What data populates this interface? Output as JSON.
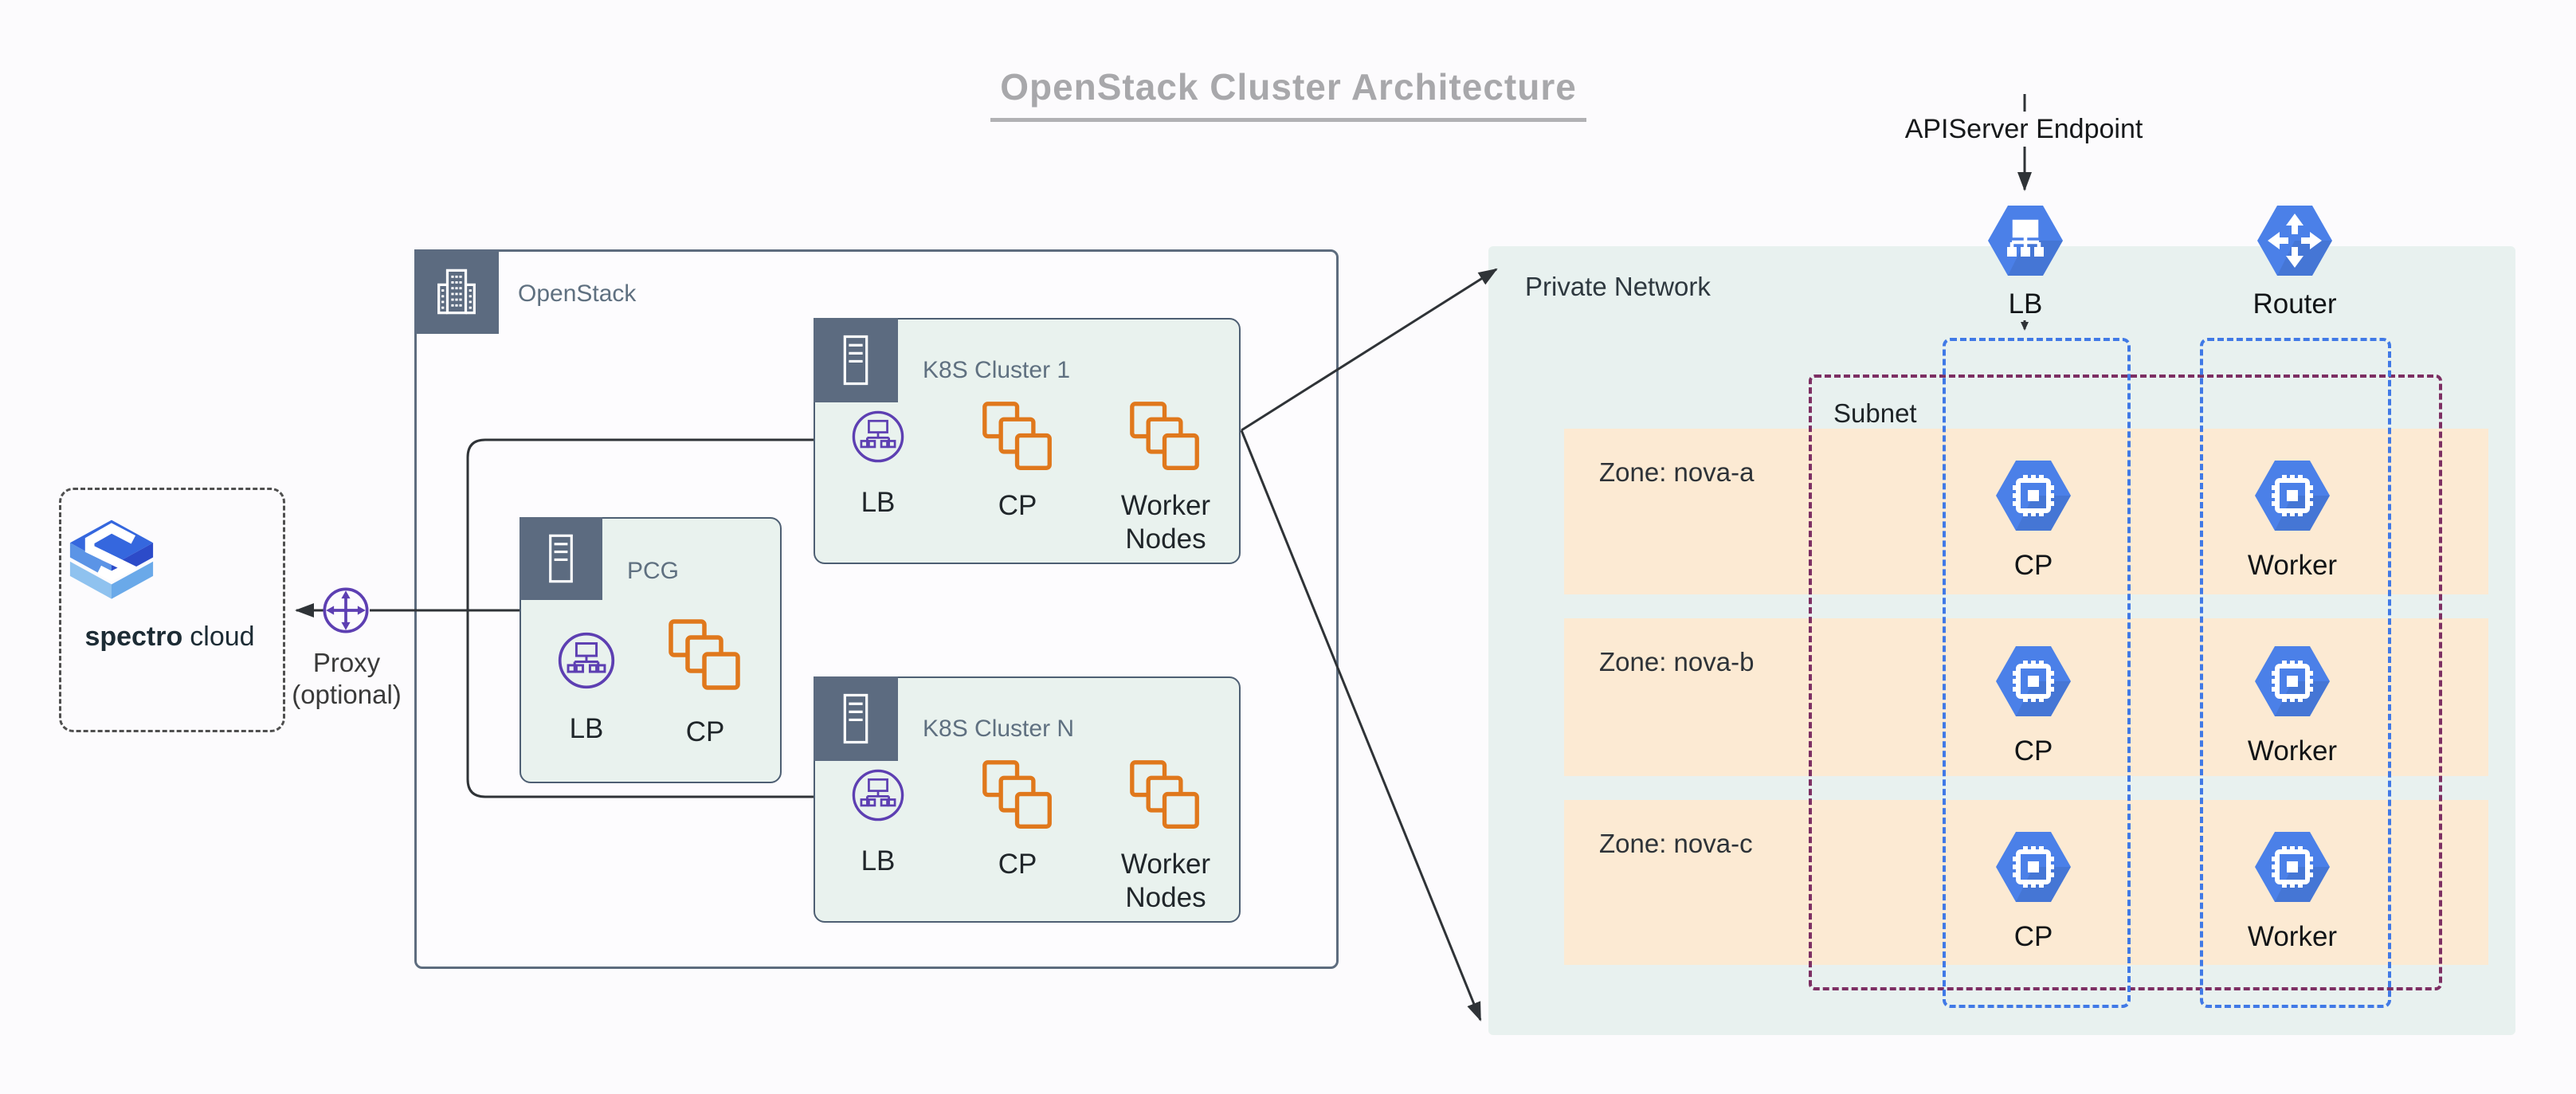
{
  "diagram_title": "OpenStack Cluster Architecture",
  "spectro_cloud": {
    "brand_part1": "spectro",
    "brand_part2": "cloud"
  },
  "proxy": {
    "line1": "Proxy",
    "line2": "(optional)"
  },
  "openstack_box": {
    "label": "OpenStack"
  },
  "pcg": {
    "title": "PCG",
    "lb": "LB",
    "cp": "CP"
  },
  "cluster_1": {
    "title": "K8S Cluster 1",
    "lb": "LB",
    "cp": "CP",
    "worker_line1": "Worker",
    "worker_line2": "Nodes"
  },
  "cluster_n": {
    "title": "K8S Cluster N",
    "lb": "LB",
    "cp": "CP",
    "worker_line1": "Worker",
    "worker_line2": "Nodes"
  },
  "api_endpoint": {
    "label": "APIServer Endpoint"
  },
  "network_lb": {
    "label": "LB"
  },
  "router": {
    "label": "Router"
  },
  "private_network": {
    "label": "Private Network",
    "subnet": {
      "label": "Subnet"
    },
    "zones": [
      {
        "label": "Zone: nova-a",
        "cp_label": "CP",
        "worker_label": "Worker"
      },
      {
        "label": "Zone: nova-b",
        "cp_label": "CP",
        "worker_label": "Worker"
      },
      {
        "label": "Zone: nova-c",
        "cp_label": "CP",
        "worker_label": "Worker"
      }
    ]
  },
  "icons": {
    "spectro-logo-icon": "layered-blue-s-cube",
    "proxy-icon": "circle-with-four-direction-arrows",
    "building-icon": "office-building-outline",
    "server-icon": "rack-server-outline",
    "lb-icon": "network-tree-in-circle",
    "stacked-squares-icon": "three-overlapping-squares",
    "lb-hexagon-icon": "hexagon-network-tree",
    "router-hexagon-icon": "hexagon-four-arrows",
    "compute-hexagon-icon": "hexagon-cpu-chip"
  },
  "colors": {
    "background": "#fcfbfd",
    "title_gray": "#a8a8ab",
    "badge_slate": "#5c6b80",
    "box_border": "#5d6c7e",
    "green_box_fill": "#e9f2ee",
    "private_network_fill": "#e8f1ef",
    "zone_fill": "#fcead3",
    "subnet_dash_purple": "#7d2f63",
    "column_dash_blue": "#4079e6",
    "hexagon_blue": "#4b80e8",
    "icon_orange": "#e0781c",
    "icon_purple": "#5d3fb2",
    "line_dark": "#2f3337"
  }
}
